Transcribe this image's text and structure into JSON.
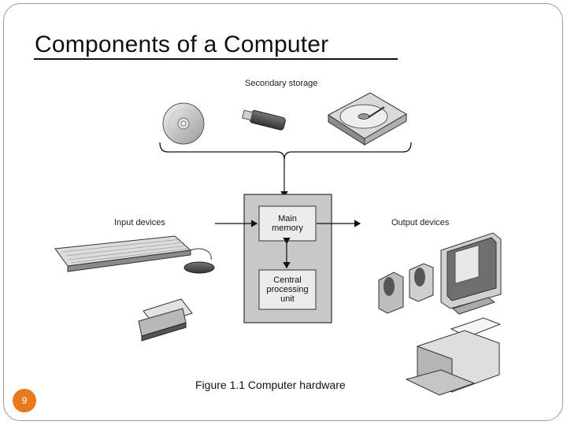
{
  "slide": {
    "title": "Components of a Computer",
    "page_number": "9"
  },
  "diagram": {
    "secondary_storage_label": "Secondary storage",
    "input_label": "Input devices",
    "output_label": "Output devices",
    "main_memory_line1": "Main",
    "main_memory_line2": "memory",
    "cpu_line1": "Central",
    "cpu_line2": "processing",
    "cpu_line3": "unit",
    "caption": "Figure 1.1 Computer hardware"
  },
  "colors": {
    "accent": "#e8791f",
    "box_fill": "#c8c8c8",
    "inner_fill": "#ececec"
  }
}
